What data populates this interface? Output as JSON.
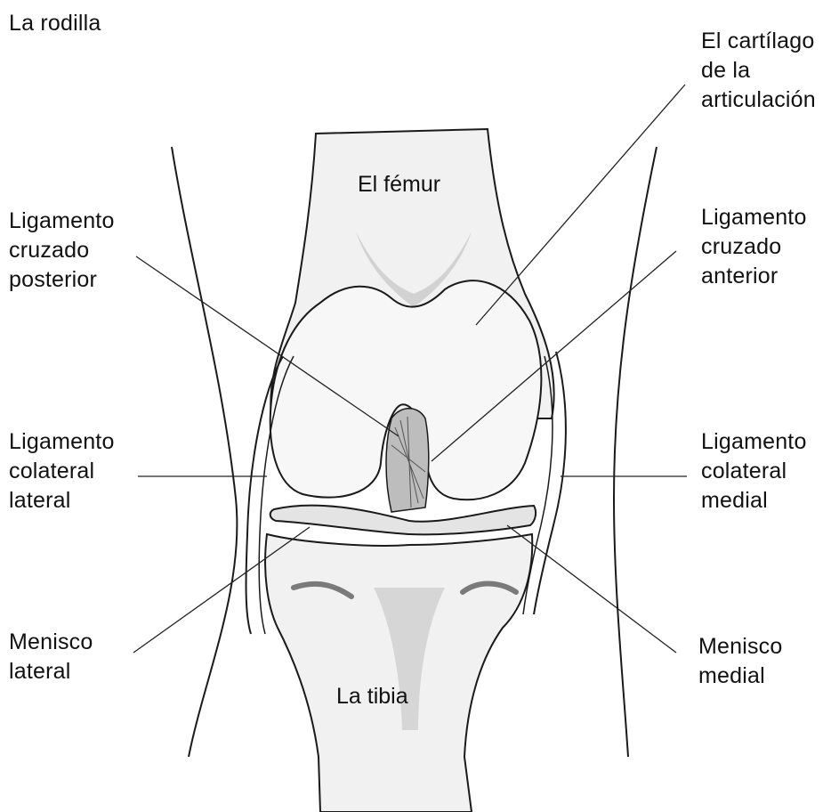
{
  "title": "La  rodilla",
  "labels": {
    "femur": "El fémur",
    "tibia": "La tibia",
    "cartilage": [
      "El cartílago",
      "de la",
      "articulación"
    ],
    "pcl": [
      "Ligamento",
      "cruzado",
      "posterior"
    ],
    "acl": [
      "Ligamento",
      "cruzado",
      "anterior"
    ],
    "lcl": [
      "Ligamento",
      "colateral",
      "lateral"
    ],
    "mcl": [
      "Ligamento",
      "colateral",
      "medial"
    ],
    "lateral_meniscus": [
      "Menisco",
      "lateral"
    ],
    "medial_meniscus": [
      "Menisco",
      "medial"
    ]
  },
  "colors": {
    "bone_fill": "#f1f1f1",
    "shadow": "#d2d2d2",
    "dark_shadow": "#7a7a7a",
    "outline": "#1a1a1a",
    "leader": "#222222"
  }
}
